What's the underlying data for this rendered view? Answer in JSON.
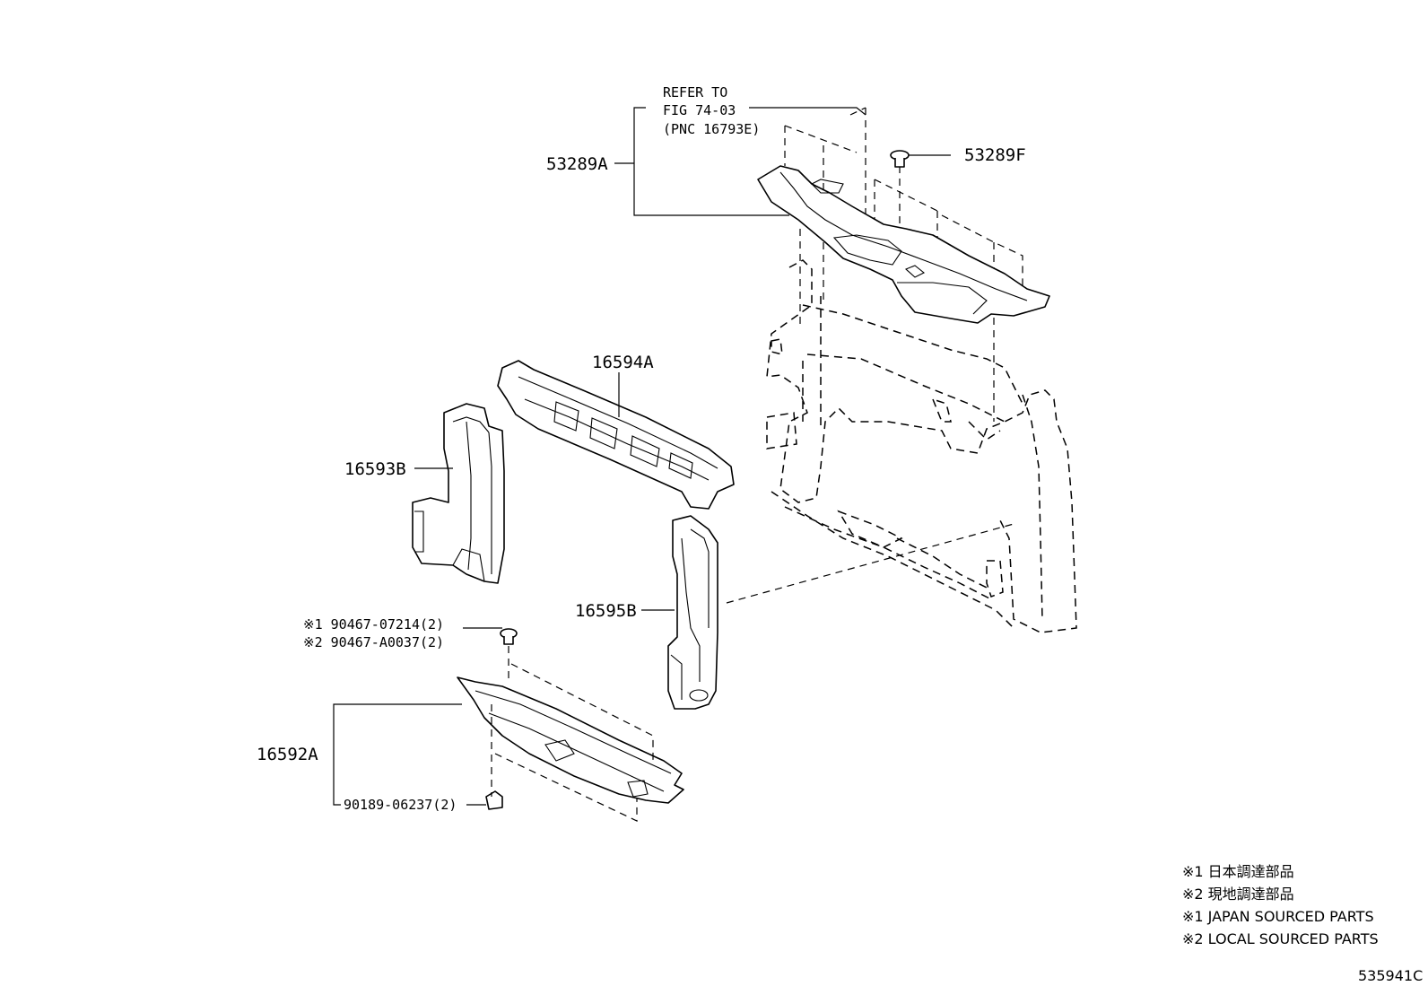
{
  "reference": {
    "line1": "REFER TO",
    "line2": "FIG 74-03",
    "line3": "(PNC 16793E)"
  },
  "parts": {
    "p53289A": "53289A",
    "p53289F": "53289F",
    "p16594A": "16594A",
    "p16593B": "16593B",
    "p16595B": "16595B",
    "p16592A": "16592A",
    "fastener1": "※1 90467-07214(2)",
    "fastener2": "※2 90467-A0037(2)",
    "clip": "90189-06237(2)"
  },
  "legend": [
    "※1  日本調達部品",
    "※2  現地調達部品",
    "※1  JAPAN SOURCED PARTS",
    "※2  LOCAL SOURCED PARTS"
  ],
  "diagram_id": "535941C"
}
